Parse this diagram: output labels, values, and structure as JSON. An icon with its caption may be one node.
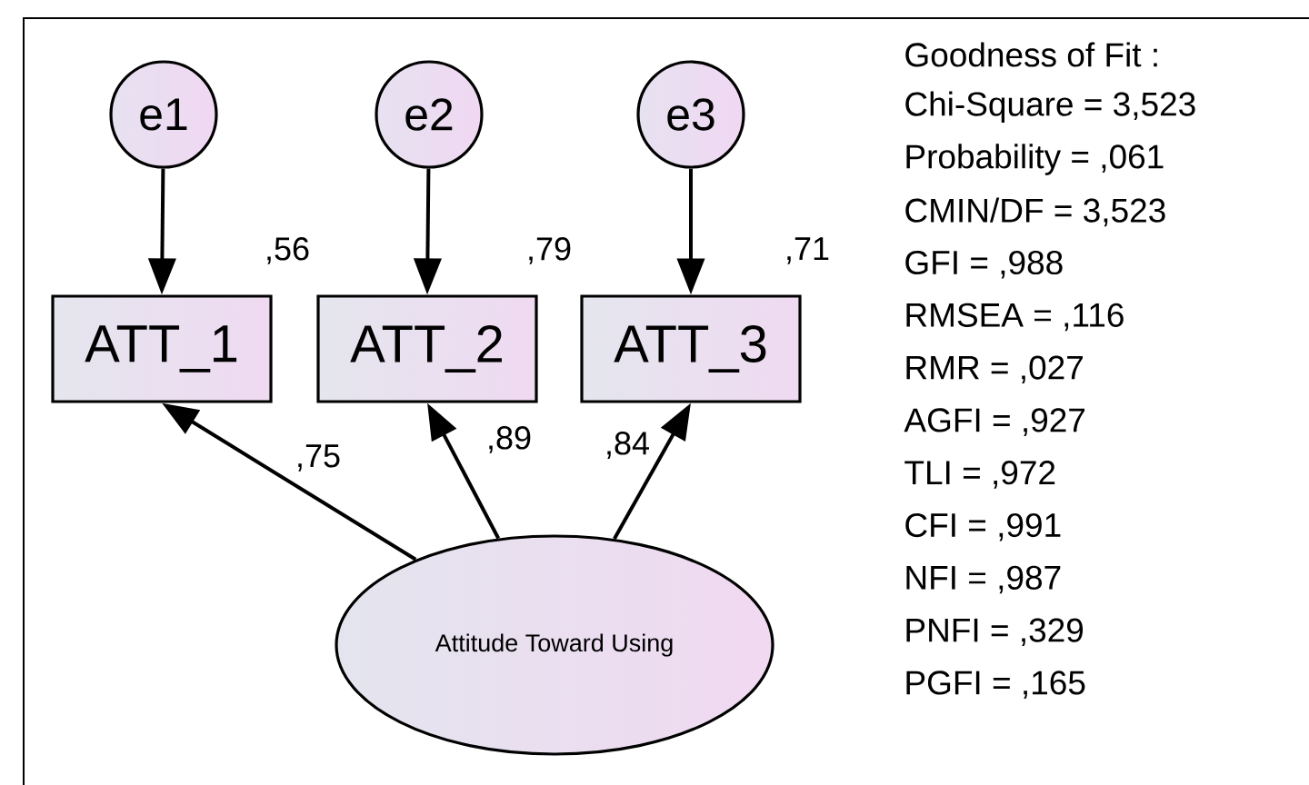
{
  "diagram": {
    "nodes": [
      {
        "text": [
          "e1"
        ]
      },
      {
        "text": [
          "e2"
        ]
      },
      {
        "text": [
          "e3"
        ]
      },
      {
        "text": [
          "ATT_1"
        ],
        "beside": [
          ",56"
        ]
      },
      {
        "text": [
          "ATT_2"
        ],
        "beside": [
          ",79"
        ]
      },
      {
        "text": [
          "ATT_3"
        ],
        "beside": [
          ",71"
        ]
      },
      {
        "text": [
          "Attitude Toward Using"
        ]
      }
    ],
    "edges": [
      {
        "from": 0,
        "to": 3,
        "arrow": "to"
      },
      {
        "from": 1,
        "to": 4,
        "arrow": "to"
      },
      {
        "from": 2,
        "to": 5,
        "arrow": "to"
      },
      {
        "from": 6,
        "to": 3,
        "arrow": "to",
        "label": ",75"
      },
      {
        "from": 6,
        "to": 4,
        "arrow": "to",
        "label": ",89"
      },
      {
        "from": 6,
        "to": 5,
        "arrow": "to",
        "label": ",84"
      }
    ],
    "labels": [
      "Goodness of Fit :",
      "Chi-Square = 3,523",
      "Probability = ,061",
      "CMIN/DF = 3,523",
      "GFI = ,988",
      "RMSEA = ,116",
      "RMR = ,027",
      "AGFI = ,927",
      "TLI = ,972",
      "CFI = ,991",
      "NFI = ,987",
      "PNFI = ,329",
      "PGFI = ,165"
    ]
  }
}
